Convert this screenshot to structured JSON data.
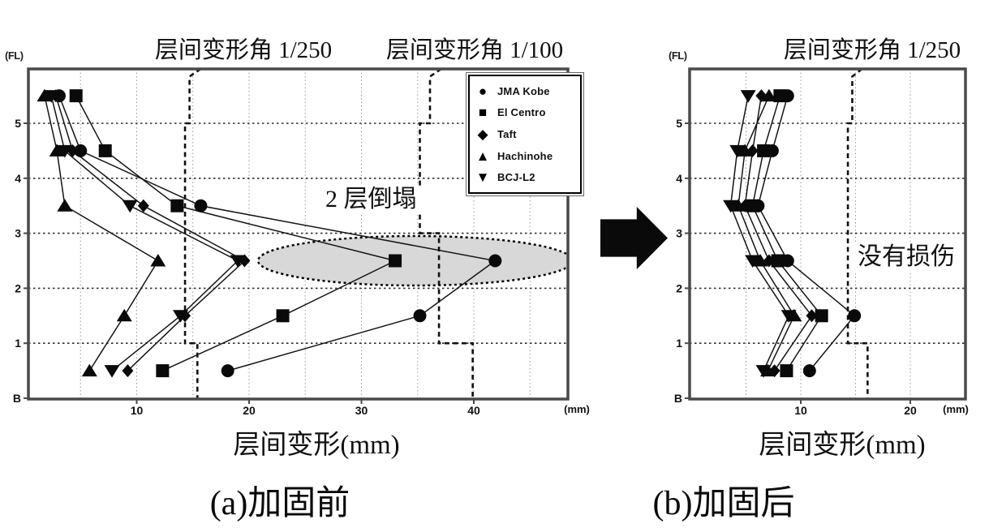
{
  "figure": {
    "colors": {
      "marker": "#0a0a0a",
      "line": "#141414",
      "grid_major": "#2f2f2f",
      "grid_minor": "#9a9a9a",
      "box": "#4a4a4a",
      "limit_line": "#111111",
      "ellipse_fill": "#d8d8d8",
      "background": "#ffffff",
      "arrow": "#0a0a0a"
    }
  },
  "chart_data": [
    {
      "type": "line",
      "panel": "a",
      "title": "(a)加固前",
      "xlabel": "层间变形(mm)",
      "ylabel": "(FL)",
      "x_unit": "(mm)",
      "x_ticks": [
        10,
        20,
        30,
        40
      ],
      "xlim": [
        0,
        48
      ],
      "ylim": [
        0,
        6
      ],
      "grid": true,
      "legend_position": "top-right",
      "y_ticks": [
        {
          "floor": 0,
          "label": "B"
        },
        {
          "floor": 1,
          "label": "1"
        },
        {
          "floor": 2,
          "label": "2"
        },
        {
          "floor": 3,
          "label": "3"
        },
        {
          "floor": 4,
          "label": "4"
        },
        {
          "floor": 5,
          "label": "5"
        }
      ],
      "floors": [
        0.5,
        1.5,
        2.5,
        3.5,
        4.5,
        5.5
      ],
      "series": [
        {
          "name": "JMA Kobe",
          "marker": "circle",
          "values": [
            18.1,
            35.2,
            41.9,
            15.7,
            5.0,
            3.1
          ]
        },
        {
          "name": "El Centro",
          "marker": "square",
          "values": [
            12.3,
            23.0,
            33.0,
            13.6,
            7.2,
            4.6
          ]
        },
        {
          "name": "Taft",
          "marker": "diamond",
          "values": [
            9.2,
            14.3,
            19.6,
            10.6,
            4.3,
            2.8
          ]
        },
        {
          "name": "Hachinohe",
          "marker": "triangle-up",
          "values": [
            5.8,
            8.9,
            11.9,
            3.6,
            2.9,
            1.8
          ]
        },
        {
          "name": "BCJ-L2",
          "marker": "triangle-down",
          "values": [
            7.8,
            13.9,
            19.0,
            9.4,
            3.6,
            2.4
          ]
        }
      ],
      "limit_lines": [
        {
          "name": "层间变形角 1/250",
          "path_mm_floor": [
            [
              15.7,
              5.99
            ],
            [
              14.7,
              5.85
            ],
            [
              14.7,
              5
            ],
            [
              14.3,
              5
            ],
            [
              14.3,
              1
            ],
            [
              15.4,
              1
            ],
            [
              15.4,
              0
            ]
          ]
        },
        {
          "name": "层间变形角 1/100",
          "path_mm_floor": [
            [
              37.1,
              5.99
            ],
            [
              36.1,
              5.85
            ],
            [
              36.1,
              5
            ],
            [
              35.2,
              5
            ],
            [
              35.2,
              3
            ],
            [
              36.9,
              3
            ],
            [
              36.9,
              1
            ],
            [
              39.9,
              1
            ],
            [
              39.9,
              0
            ]
          ]
        }
      ],
      "annotation": "2 层倒塌",
      "highlight_ellipse": {
        "center_mm": 34.8,
        "center_floor": 2.5,
        "rx_mm": 14.0,
        "ry_floor": 0.45
      }
    },
    {
      "type": "line",
      "panel": "b",
      "title": "(b)加固后",
      "xlabel": "层间变形(mm)",
      "ylabel": "(FL)",
      "x_unit": "(mm)",
      "x_ticks": [
        10,
        20
      ],
      "xlim": [
        0,
        25
      ],
      "ylim": [
        0,
        6
      ],
      "grid": true,
      "y_ticks": [
        {
          "floor": 0,
          "label": "B"
        },
        {
          "floor": 1,
          "label": "1"
        },
        {
          "floor": 2,
          "label": "2"
        },
        {
          "floor": 3,
          "label": "3"
        },
        {
          "floor": 4,
          "label": "4"
        },
        {
          "floor": 5,
          "label": "5"
        }
      ],
      "floors": [
        0.5,
        1.5,
        2.5,
        3.5,
        4.5,
        5.5
      ],
      "series": [
        {
          "name": "JMA Kobe",
          "marker": "circle",
          "values": [
            10.8,
            14.9,
            8.8,
            6.1,
            7.4,
            8.8
          ]
        },
        {
          "name": "El Centro",
          "marker": "square",
          "values": [
            8.7,
            11.9,
            7.9,
            5.6,
            6.6,
            8.1
          ]
        },
        {
          "name": "Taft",
          "marker": "diamond",
          "values": [
            7.6,
            11.0,
            7.1,
            4.9,
            5.6,
            6.4
          ]
        },
        {
          "name": "Hachinohe",
          "marker": "triangle-up",
          "values": [
            7.0,
            9.4,
            6.3,
            4.3,
            4.9,
            7.1
          ]
        },
        {
          "name": "BCJ-L2",
          "marker": "triangle-down",
          "values": [
            6.6,
            8.9,
            5.6,
            3.6,
            4.2,
            5.2
          ]
        }
      ],
      "limit_lines": [
        {
          "name": "层间变形角 1/250",
          "path_mm_floor": [
            [
              15.6,
              5.99
            ],
            [
              14.7,
              5.85
            ],
            [
              14.7,
              5
            ],
            [
              14.3,
              5
            ],
            [
              14.3,
              1
            ],
            [
              16.1,
              1
            ],
            [
              16.1,
              0
            ]
          ]
        }
      ],
      "annotation": "没有损伤"
    }
  ]
}
